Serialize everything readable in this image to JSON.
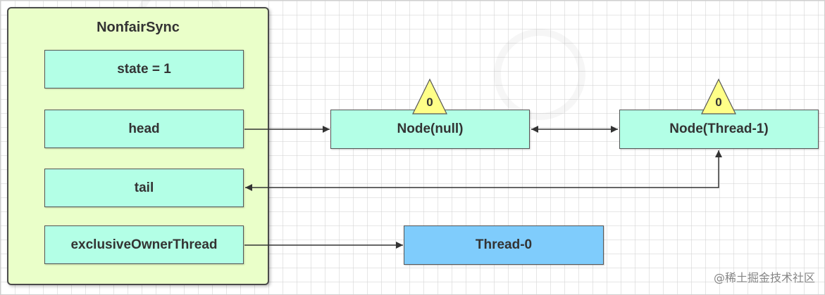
{
  "container": {
    "title": "NonfairSync",
    "fields": {
      "state": "state = 1",
      "head": "head",
      "tail": "tail",
      "owner": "exclusiveOwnerThread"
    }
  },
  "nodes": {
    "head_node": {
      "label": "Node(null)",
      "wait_status": "0"
    },
    "tail_node": {
      "label": "Node(Thread-1)",
      "wait_status": "0"
    }
  },
  "thread": {
    "label": "Thread-0"
  },
  "watermark": "@稀土掘金技术社区",
  "colors": {
    "container_fill": "#eaffc9",
    "field_fill": "#b3ffe6",
    "thread_fill": "#7fccfc",
    "triangle_fill": "#ffff88",
    "edge": "#333333"
  }
}
